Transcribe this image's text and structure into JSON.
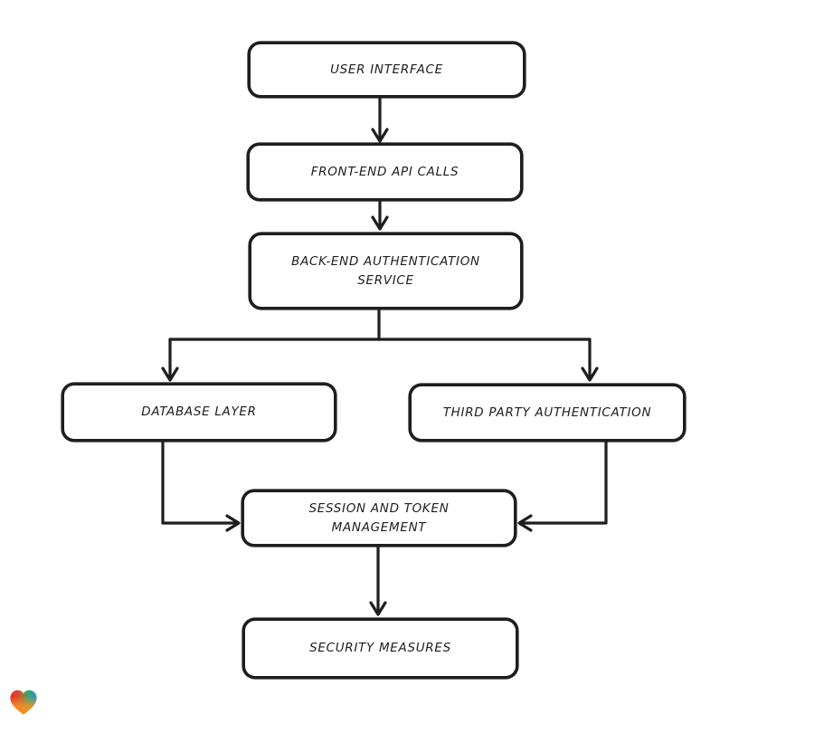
{
  "diagram": {
    "type": "flowchart",
    "style": "hand-drawn",
    "stroke_color": "#1e1e1e",
    "background_color": "#ffffff",
    "nodes": [
      {
        "id": "user-interface",
        "label": "USER INTERFACE"
      },
      {
        "id": "front-end-api-calls",
        "label": "FRONT-END API CALLS"
      },
      {
        "id": "back-end-auth-service",
        "label": "BACK-END AUTHENTICATION SERVICE"
      },
      {
        "id": "database-layer",
        "label": "DATABASE LAYER"
      },
      {
        "id": "third-party-authentication",
        "label": "THIRD PARTY AUTHENTICATION"
      },
      {
        "id": "session-token-management",
        "label": "SESSION AND TOKEN MANAGEMENT"
      },
      {
        "id": "security-measures",
        "label": "SECURITY MEASURES"
      }
    ],
    "edges": [
      {
        "from": "user-interface",
        "to": "front-end-api-calls"
      },
      {
        "from": "front-end-api-calls",
        "to": "back-end-auth-service"
      },
      {
        "from": "back-end-auth-service",
        "to": "database-layer"
      },
      {
        "from": "back-end-auth-service",
        "to": "third-party-authentication"
      },
      {
        "from": "database-layer",
        "to": "session-token-management"
      },
      {
        "from": "third-party-authentication",
        "to": "session-token-management"
      },
      {
        "from": "session-token-management",
        "to": "security-measures"
      }
    ]
  },
  "branding": {
    "logo": "gradient-heart-icon",
    "logo_colors": {
      "red": "#e7292d",
      "green_teal": "#3ba567",
      "blue": "#1f96d6",
      "orange": "#f69323"
    }
  }
}
